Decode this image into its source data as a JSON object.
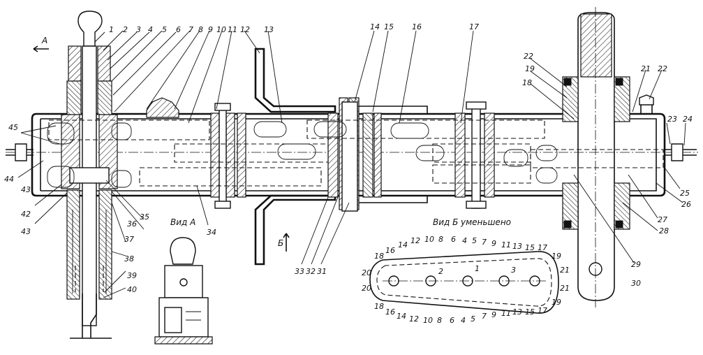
{
  "view_a_label": "Вид А",
  "view_b_label": "Вид Б",
  "view_b_note": "уменьшено",
  "arrow_a": "А",
  "arrow_b": "Б",
  "top_callouts": [
    "1",
    "2",
    "3",
    "4",
    "5",
    "6",
    "7",
    "8",
    "9",
    "10",
    "11",
    "12",
    "13",
    "14",
    "15",
    "16",
    "17"
  ],
  "right_callouts": [
    "22",
    "19",
    "18",
    "21",
    "22",
    "23",
    "24",
    "25",
    "26",
    "27",
    "28",
    "29",
    "30"
  ],
  "left_callouts": [
    "45",
    "44",
    "43",
    "42",
    "43"
  ],
  "bottom_callouts": [
    "35",
    "36",
    "37",
    "38",
    "39",
    "40",
    "34",
    "33",
    "32",
    "31"
  ],
  "view_b_top_numbers": [
    "18",
    "16",
    "14",
    "12",
    "10",
    "8",
    "6",
    "4",
    "5",
    "7",
    "9",
    "11",
    "13",
    "15",
    "17",
    "19"
  ],
  "view_b_bottom_numbers": [
    "18",
    "16",
    "14",
    "12",
    "10",
    "8",
    "6",
    "4",
    "5",
    "7",
    "9",
    "11",
    "13",
    "15",
    "17",
    "19"
  ],
  "view_b_side_numbers": [
    "20",
    "20",
    "21",
    "21"
  ],
  "view_b_hole_numbers": [
    "2",
    "1",
    "3"
  ]
}
